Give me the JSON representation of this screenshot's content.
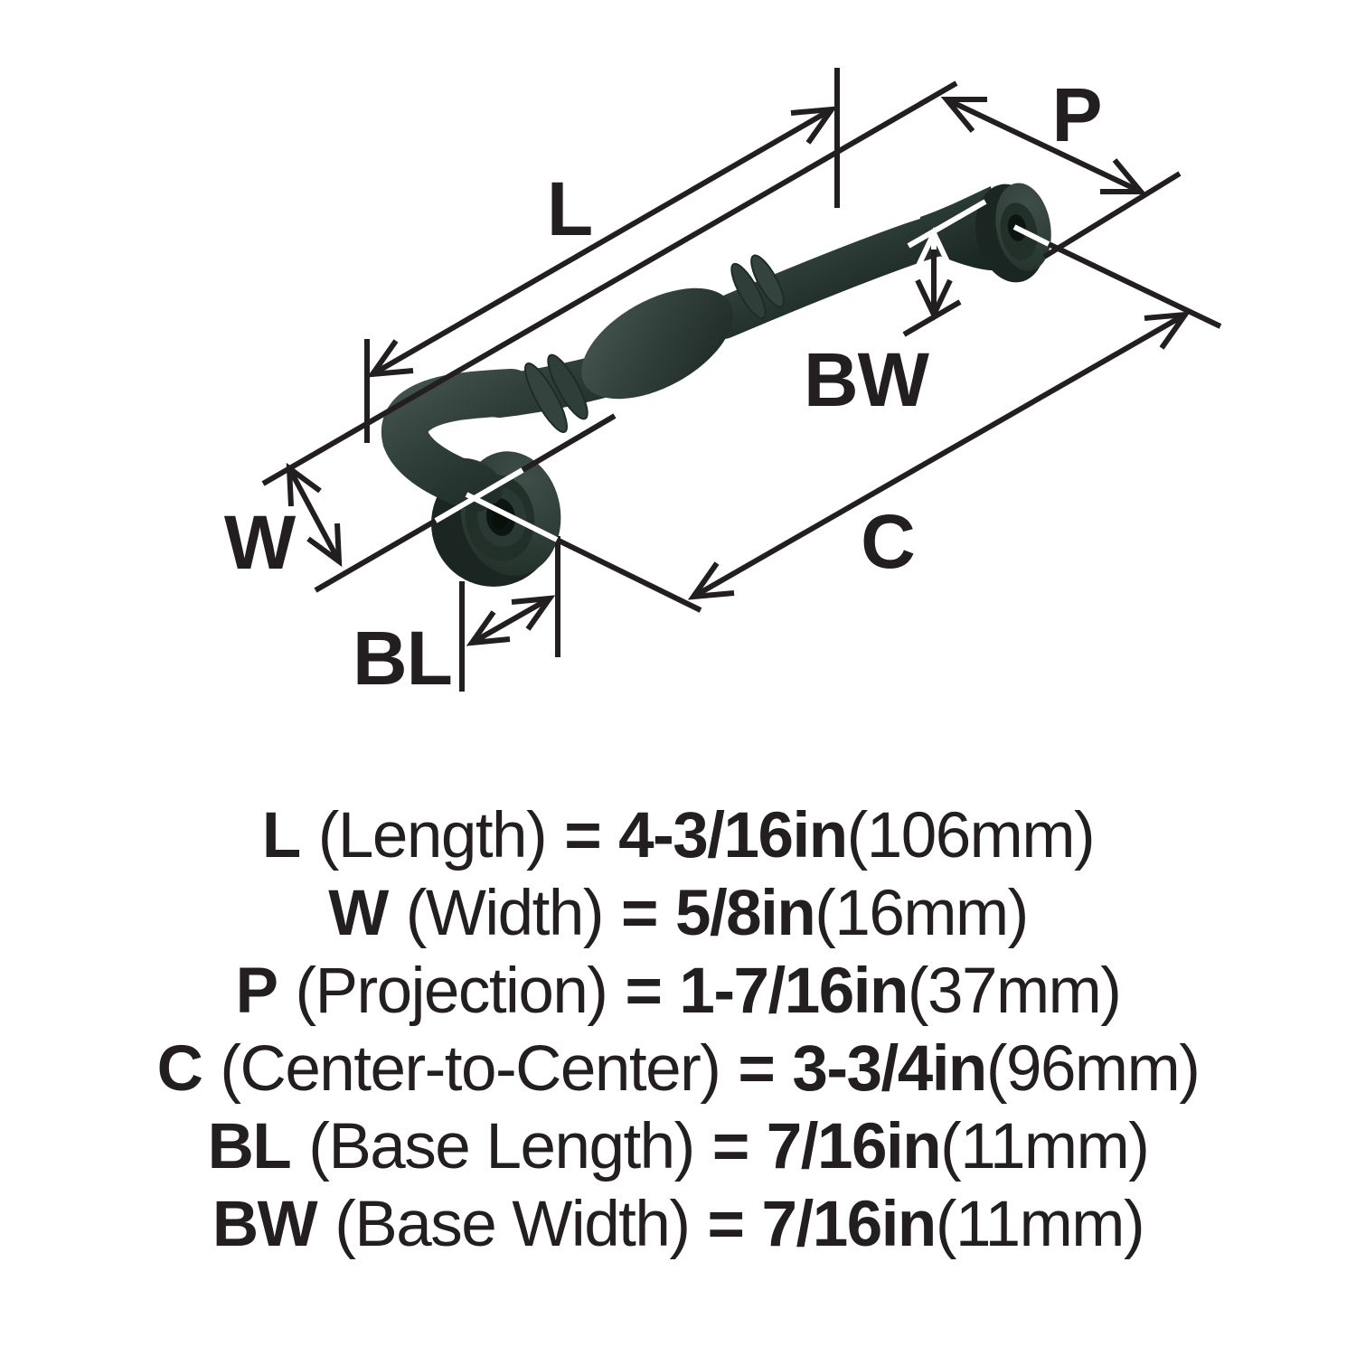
{
  "diagram": {
    "title": "Cabinet pull hardware dimension diagram",
    "labels": {
      "length": "L",
      "width": "W",
      "projection": "P",
      "center_to_center": "C",
      "base_length": "BL",
      "base_width": "BW"
    }
  },
  "legend": {
    "rows": [
      {
        "abbr": "L",
        "name": "(Length)",
        "eq": "=",
        "value": "4-3/16in",
        "metric": "(106mm)"
      },
      {
        "abbr": "W",
        "name": "(Width)",
        "eq": "=",
        "value": "5/8in",
        "metric": "(16mm)"
      },
      {
        "abbr": "P",
        "name": "(Projection)",
        "eq": "=",
        "value": "1-7/16in",
        "metric": "(37mm)"
      },
      {
        "abbr": "C",
        "name": "(Center-to-Center)",
        "eq": "=",
        "value": "3-3/4in",
        "metric": "(96mm)"
      },
      {
        "abbr": "BL",
        "name": "(Base Length)",
        "eq": "=",
        "value": "7/16in",
        "metric": "(11mm)"
      },
      {
        "abbr": "BW",
        "name": "(Base Width)",
        "eq": "=",
        "value": "7/16in",
        "metric": "(11mm)"
      }
    ]
  },
  "colors": {
    "handle": "#2e3d38",
    "handle_shadow": "#1c2824",
    "handle_highlight": "#47564f",
    "line": "#231f20",
    "overlay_line": "#ffffff",
    "background": "#ffffff"
  }
}
